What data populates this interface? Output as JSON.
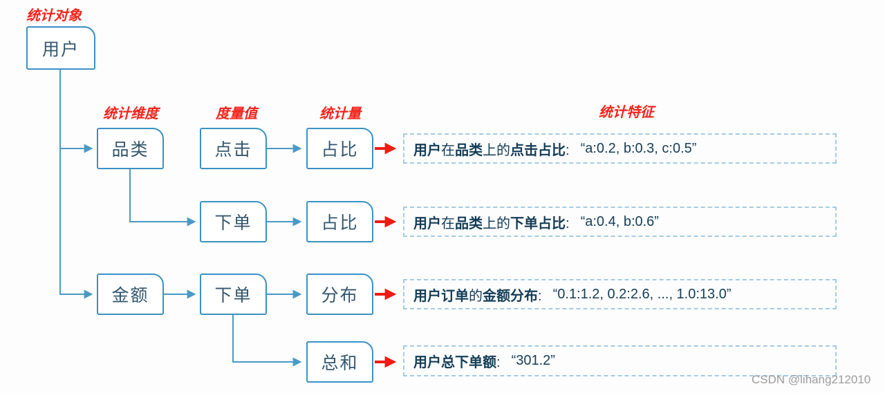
{
  "labels": {
    "object": "统计对象",
    "dimension": "统计维度",
    "measure": "度量值",
    "statistic": "统计量",
    "feature": "统计特征"
  },
  "nodes": {
    "user": "用户",
    "category": "品类",
    "click": "点击",
    "ratio1": "占比",
    "order2": "下单",
    "ratio2": "占比",
    "amount": "金额",
    "order3": "下单",
    "distribution": "分布",
    "sum": "总和"
  },
  "features": [
    {
      "segments": [
        {
          "t": "用户",
          "b": true
        },
        {
          "t": "在",
          "b": false
        },
        {
          "t": "品类",
          "b": true
        },
        {
          "t": "上的",
          "b": false
        },
        {
          "t": "点击占比",
          "b": true
        },
        {
          "t": ":",
          "b": false
        }
      ],
      "value": "“a:0.2, b:0.3, c:0.5”"
    },
    {
      "segments": [
        {
          "t": "用户",
          "b": true
        },
        {
          "t": "在",
          "b": false
        },
        {
          "t": "品类",
          "b": true
        },
        {
          "t": "上的",
          "b": false
        },
        {
          "t": "下单占比",
          "b": true
        },
        {
          "t": ":",
          "b": false
        }
      ],
      "value": "“a:0.4, b:0.6”"
    },
    {
      "segments": [
        {
          "t": "用户订单",
          "b": true
        },
        {
          "t": "的",
          "b": false
        },
        {
          "t": "金额分布",
          "b": true
        },
        {
          "t": ":",
          "b": false
        }
      ],
      "value": "“0.1:1.2, 0.2:2.6, ..., 1.0:13.0”"
    },
    {
      "segments": [
        {
          "t": "用户总下单额",
          "b": true
        },
        {
          "t": ":",
          "b": false
        }
      ],
      "value": "“301.2”"
    }
  ],
  "watermark": "CSDN @lihang212010",
  "colors": {
    "box_border": "#3a91c2",
    "box_text": "#33566d",
    "connector_blue": "#4a99c5",
    "arrow_red": "#ee1c14",
    "label_red": "#f2231a",
    "dashed_border": "#a3cbe5",
    "feature_text": "#133c57",
    "watermark_gray": "#9c9c9c"
  }
}
